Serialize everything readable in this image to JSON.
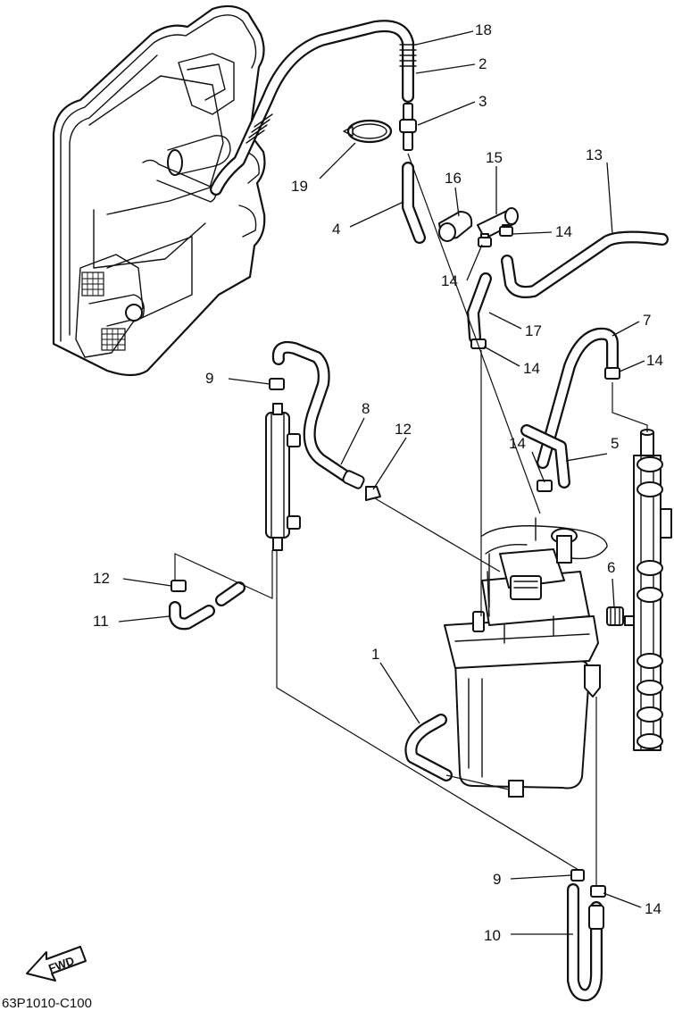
{
  "diagram": {
    "drawing_code": "63P1010-C100",
    "direction_label": "FWD",
    "callouts": [
      {
        "id": "c18",
        "label": "18"
      },
      {
        "id": "c2",
        "label": "2"
      },
      {
        "id": "c3",
        "label": "3"
      },
      {
        "id": "c19",
        "label": "19"
      },
      {
        "id": "c4",
        "label": "4"
      },
      {
        "id": "c16",
        "label": "16"
      },
      {
        "id": "c15",
        "label": "15"
      },
      {
        "id": "c13",
        "label": "13"
      },
      {
        "id": "c14a",
        "label": "14"
      },
      {
        "id": "c14b",
        "label": "14"
      },
      {
        "id": "c17",
        "label": "17"
      },
      {
        "id": "c7",
        "label": "7"
      },
      {
        "id": "c14c",
        "label": "14"
      },
      {
        "id": "c14d",
        "label": "14"
      },
      {
        "id": "c9a",
        "label": "9"
      },
      {
        "id": "c8",
        "label": "8"
      },
      {
        "id": "c12a",
        "label": "12"
      },
      {
        "id": "c14e",
        "label": "14"
      },
      {
        "id": "c5",
        "label": "5"
      },
      {
        "id": "c12b",
        "label": "12"
      },
      {
        "id": "c11",
        "label": "11"
      },
      {
        "id": "c6",
        "label": "6"
      },
      {
        "id": "c1",
        "label": "1"
      },
      {
        "id": "c9b",
        "label": "9"
      },
      {
        "id": "c14f",
        "label": "14"
      },
      {
        "id": "c10",
        "label": "10"
      }
    ]
  }
}
